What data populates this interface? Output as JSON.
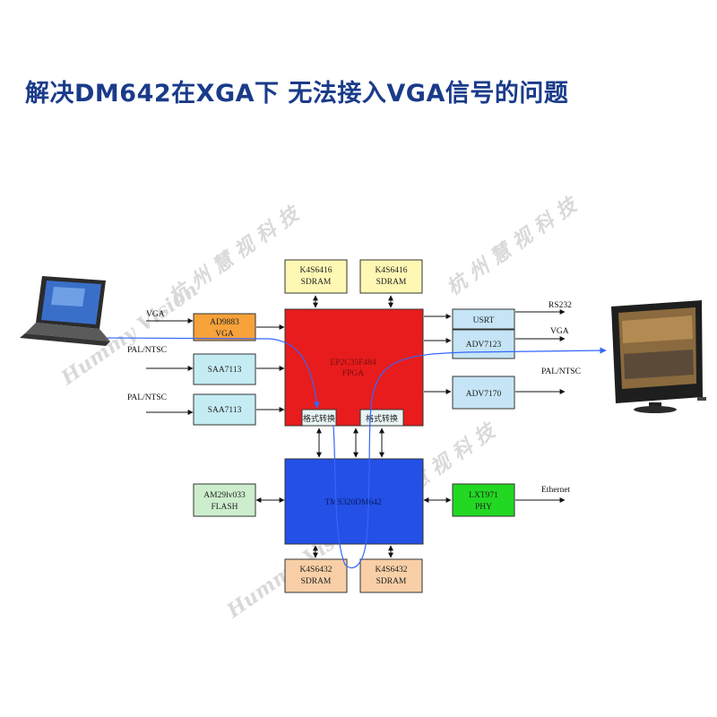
{
  "title": "解决DM642在XGA下 无法接入VGA信号的问题",
  "blocks": {
    "sdram_top_1": [
      "K4S6416",
      "SDRAM"
    ],
    "sdram_top_2": [
      "K4S6416",
      "SDRAM"
    ],
    "ad9883": [
      "AD9883",
      "VGA"
    ],
    "saa7113_1": [
      "SAA7113"
    ],
    "saa7113_2": [
      "SAA7113"
    ],
    "fpga": [
      "EP2C35F484",
      "FPGA"
    ],
    "fmt_conv_1": [
      "格式转换"
    ],
    "fmt_conv_2": [
      "格式转换"
    ],
    "usrt": [
      "USRT"
    ],
    "adv7123": [
      "ADV7123"
    ],
    "adv7170": [
      "ADV7170"
    ],
    "flash": [
      "AM29lv033",
      "FLASH"
    ],
    "dsp": [
      "TMS320DM642"
    ],
    "phy": [
      "LXT971",
      "PHY"
    ],
    "sdram_bot_1": [
      "K4S6432",
      "SDRAM"
    ],
    "sdram_bot_2": [
      "K4S6432",
      "SDRAM"
    ]
  },
  "signals": {
    "vga_in": "VGA",
    "pal_ntsc_in_1": "PAL/NTSC",
    "pal_ntsc_in_2": "PAL/NTSC",
    "rs232_out": "RS232",
    "vga_out": "VGA",
    "pal_ntsc_out": "PAL/NTSC",
    "ethernet_out": "Ethernet"
  },
  "watermarks": [
    "杭 州 慧 视 科 技",
    "Hummy Vision",
    "杭 州 慧 视 科 技",
    "Hummy Vision 杭 州 慧 视 科 技"
  ],
  "colors": {
    "title": "#1a3b8a",
    "sdram_top": "#fff8b4",
    "ad9883": "#f7a23a",
    "saa7113": "#c5ecf3",
    "fpga": "#e81c1c",
    "usrt_adv": "#c5e4f5",
    "flash": "#cdeecd",
    "dsp": "#2450e6",
    "phy": "#22d822",
    "sdram_bot": "#f8cfa6",
    "flow_line": "#3366ff"
  }
}
